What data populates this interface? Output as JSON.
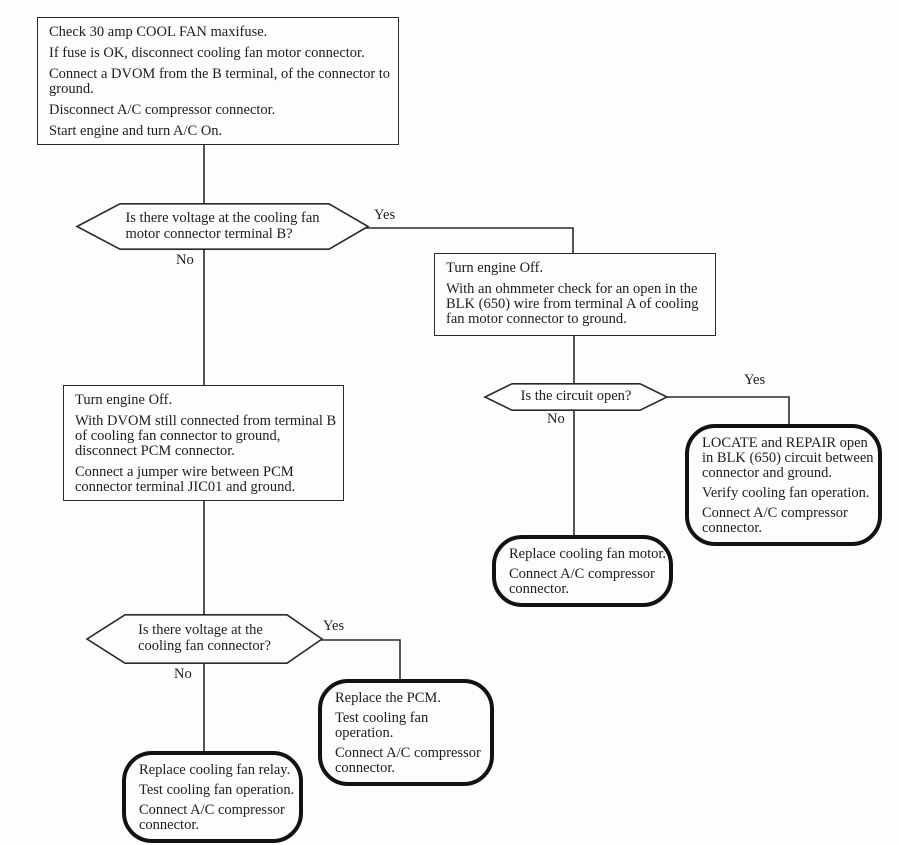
{
  "page": {
    "background": "#fdfdfc",
    "ink": "#1d1d1d"
  },
  "flowchart": {
    "branch_labels": {
      "yes": "Yes",
      "no": "No"
    },
    "nodes": {
      "start": {
        "type": "process",
        "lines": [
          "Check 30 amp COOL FAN maxifuse.",
          "If fuse is OK, disconnect cooling fan motor connector.",
          "Connect a DVOM from the B terminal, of the connector to ground.",
          "Disconnect A/C compressor connector.",
          "Start engine and turn A/C On."
        ]
      },
      "decision_voltage_terminal_b": {
        "type": "decision",
        "lines": [
          "Is there voltage at the cooling fan",
          "motor connector terminal B?"
        ]
      },
      "check_open": {
        "type": "process",
        "lines": [
          "Turn engine Off.",
          "With an ohmmeter check for an open in the BLK (650) wire from terminal A of cooling fan motor connector to ground."
        ]
      },
      "decision_circuit_open": {
        "type": "decision",
        "lines": [
          "Is the circuit open?"
        ]
      },
      "locate_repair": {
        "type": "terminal",
        "lines": [
          "LOCATE and REPAIR open in BLK (650) circuit between connector and ground.",
          "Verify cooling fan operation.",
          "Connect A/C compressor connector."
        ]
      },
      "replace_fan_motor": {
        "type": "terminal",
        "lines": [
          "Replace cooling fan motor.",
          "Connect A/C compressor connector."
        ]
      },
      "jumper_test": {
        "type": "process",
        "lines": [
          "Turn engine Off.",
          "With DVOM still connected from terminal B of cooling fan connector to ground, disconnect PCM connector.",
          "Connect a jumper wire between PCM connector terminal JIC01 and ground."
        ]
      },
      "decision_voltage_fan": {
        "type": "decision",
        "lines": [
          "Is there voltage at the",
          "cooling fan connector?"
        ]
      },
      "replace_pcm": {
        "type": "terminal",
        "lines": [
          "Replace the PCM.",
          "Test cooling fan operation.",
          "Connect A/C compressor connector."
        ]
      },
      "replace_fan_relay": {
        "type": "terminal",
        "lines": [
          "Replace cooling fan relay.",
          "Test cooling fan operation.",
          "Connect A/C compressor connector."
        ]
      }
    }
  }
}
